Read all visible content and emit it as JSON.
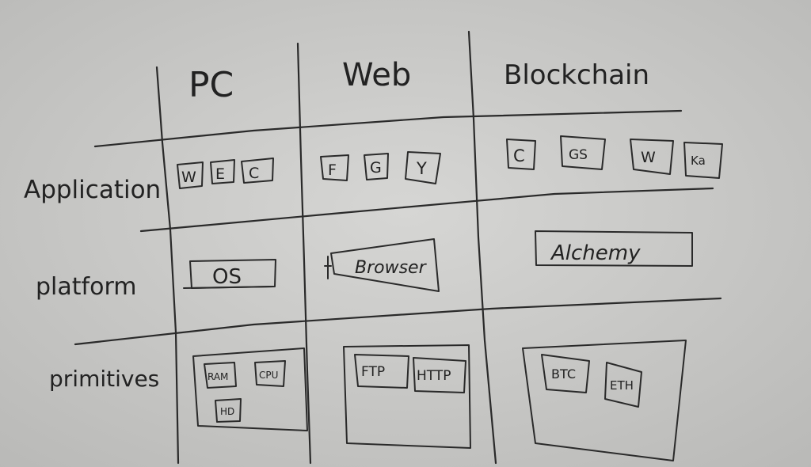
{
  "columns": [
    "PC",
    "Web",
    "Blockchain"
  ],
  "rows": [
    "Application",
    "platform",
    "primitives"
  ],
  "cells": {
    "application": {
      "pc": [
        "W",
        "E",
        "C"
      ],
      "web": [
        "F",
        "G",
        "Y"
      ],
      "blockchain": [
        "C",
        "GS",
        "W",
        "Ka"
      ]
    },
    "platform": {
      "pc": "OS",
      "web": "Browser",
      "blockchain": "Alchemy"
    },
    "primitives": {
      "pc": [
        "RAM",
        "CPU",
        "HD"
      ],
      "web": [
        "FTP",
        "HTTP"
      ],
      "blockchain": [
        "BTC",
        "ETH"
      ]
    }
  },
  "colors": {
    "paper": "#cfcfcd",
    "ink": "#2a2a2a"
  }
}
